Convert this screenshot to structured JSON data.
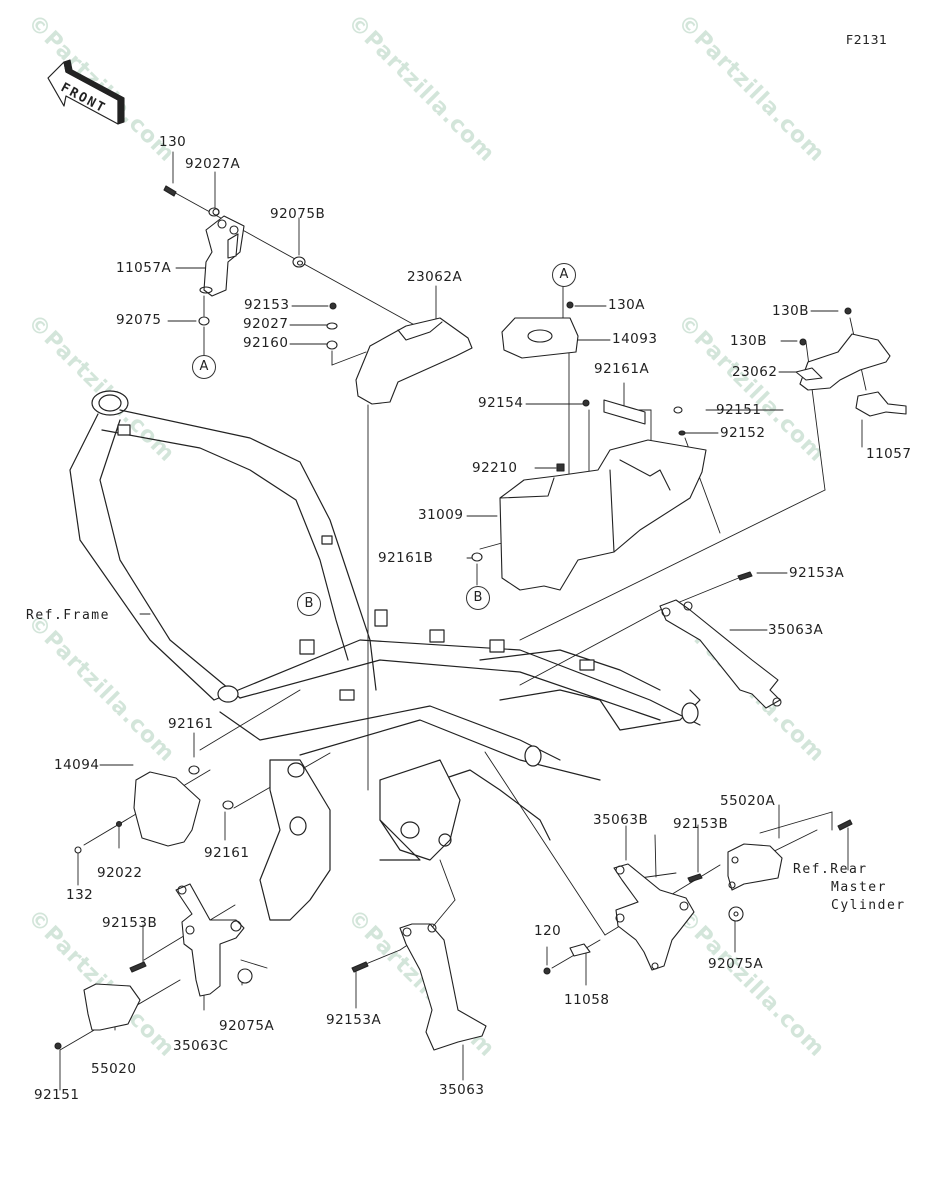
{
  "diagram": {
    "code": "F2131",
    "front_label": "FRONT",
    "watermark": "©Partzilla.com",
    "callouts": {
      "A": "A",
      "B": "B"
    },
    "refs": {
      "frame": "Ref.Frame",
      "rear_master_line1": "Ref.Rear",
      "rear_master_line2": "Master",
      "rear_master_line3": "Cylinder"
    },
    "parts": {
      "p130": "130",
      "p92027A": "92027A",
      "p92075B": "92075B",
      "p11057A": "11057A",
      "p92075": "92075",
      "p92153": "92153",
      "p92027": "92027",
      "p92160": "92160",
      "p23062A": "23062A",
      "p130A": "130A",
      "p14093": "14093",
      "p92161A": "92161A",
      "p92154": "92154",
      "p92151_top": "92151",
      "p92152": "92152",
      "p92210": "92210",
      "p31009": "31009",
      "p92161B": "92161B",
      "p130B_1": "130B",
      "p130B_2": "130B",
      "p23062": "23062",
      "p11057": "11057",
      "p92153A_right": "92153A",
      "p35063A": "35063A",
      "p92161_1": "92161",
      "p14094": "14094",
      "p92161_2": "92161",
      "p92022": "92022",
      "p132": "132",
      "p35063B": "35063B",
      "p92153B_right": "92153B",
      "p55020A": "55020A",
      "p120": "120",
      "p11058": "11058",
      "p92075A_right": "92075A",
      "p92153B_left": "92153B",
      "p35063C": "35063C",
      "p92075A_left": "92075A",
      "p92153A_bottom": "92153A",
      "p55020": "55020",
      "p92151_bottom": "92151",
      "p35063": "35063"
    }
  }
}
